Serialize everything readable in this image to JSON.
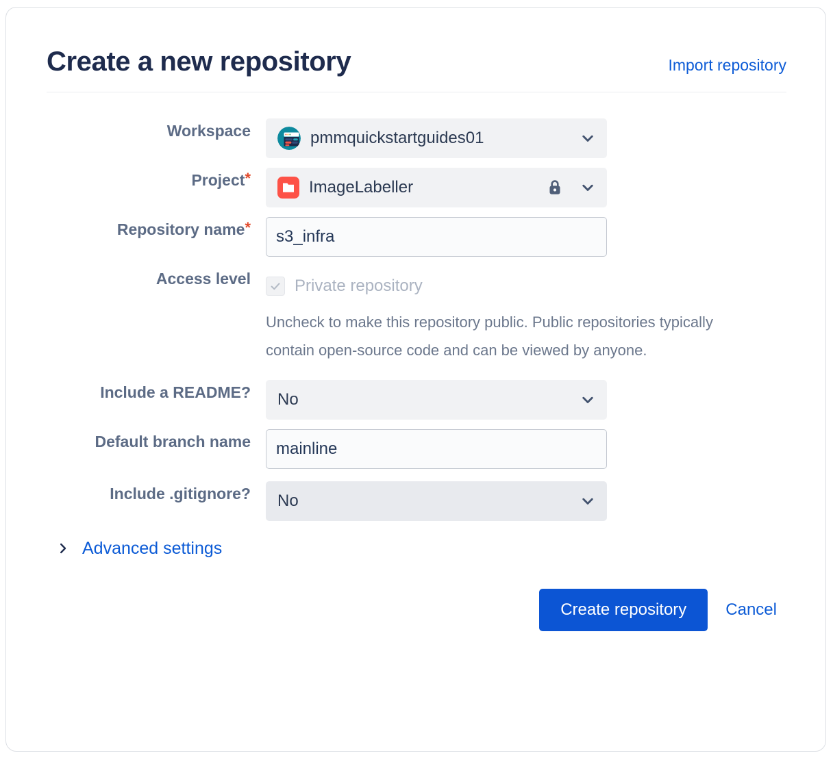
{
  "header": {
    "title": "Create a new repository",
    "import_link": "Import repository"
  },
  "form": {
    "workspace": {
      "label": "Workspace",
      "value": "pmmquickstartguides01",
      "avatar_icon": "workspace-avatar-icon",
      "chevron_icon": "chevron-down-icon"
    },
    "project": {
      "label": "Project",
      "required_marker": "*",
      "value": "ImageLabeller",
      "avatar_icon": "project-folder-icon",
      "lock_icon": "lock-icon",
      "chevron_icon": "chevron-down-icon"
    },
    "repository_name": {
      "label": "Repository name",
      "required_marker": "*",
      "value": "s3_infra",
      "placeholder": ""
    },
    "access_level": {
      "label": "Access level",
      "checkbox_label": "Private repository",
      "checked": true,
      "check_icon": "check-icon",
      "help_text": "Uncheck to make this repository public. Public repositories typically contain open-source code and can be viewed by anyone."
    },
    "include_readme": {
      "label": "Include a README?",
      "value": "No",
      "chevron_icon": "chevron-down-icon"
    },
    "default_branch_name": {
      "label": "Default branch name",
      "value": "mainline",
      "placeholder": ""
    },
    "include_gitignore": {
      "label": "Include .gitignore?",
      "value": "No",
      "chevron_icon": "chevron-down-icon"
    },
    "advanced_settings": {
      "label": "Advanced settings",
      "chevron_icon": "chevron-right-icon",
      "expanded": false
    }
  },
  "footer": {
    "submit_label": "Create repository",
    "cancel_label": "Cancel"
  },
  "colors": {
    "link": "#0c5bd6",
    "primary_button": "#0c55d4",
    "title": "#1e2b4d",
    "label": "#5c6b85",
    "required_asterisk": "#e2492a",
    "select_background": "#f1f2f4",
    "input_border": "#c2c7d0",
    "help_text": "#6b778c",
    "disabled_text": "#abb3c1",
    "workspace_avatar": "#0d8a9e",
    "project_avatar": "#fd5247",
    "lock": "#505f79",
    "card_border": "#dcdfe4"
  }
}
